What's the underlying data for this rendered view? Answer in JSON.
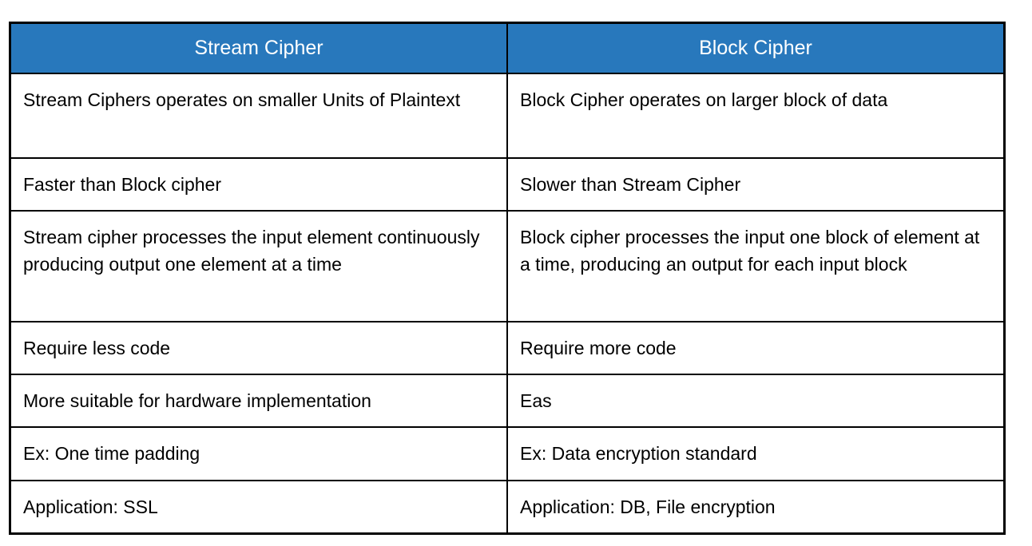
{
  "table": {
    "columns": [
      {
        "label": "Stream Cipher"
      },
      {
        "label": "Block Cipher"
      }
    ],
    "rows": [
      [
        "Stream Ciphers operates on smaller Units of Plaintext",
        "Block Cipher operates on larger block of data"
      ],
      [
        "Faster than Block cipher",
        "Slower than Stream Cipher"
      ],
      [
        "Stream cipher processes the input element continuously producing output one element at a time",
        "Block cipher processes the input one block of element at a time, producing an output for each input block"
      ],
      [
        "Require less code",
        "Require more code"
      ],
      [
        "More suitable for hardware implementation",
        "Eas"
      ],
      [
        "Ex: One time padding",
        "Ex: Data encryption standard"
      ],
      [
        "Application: SSL",
        "Application: DB, File encryption"
      ]
    ],
    "colors": {
      "header_bg": "#2878BC",
      "header_text": "#FFFFFF",
      "body_text": "#000000",
      "border": "#000000",
      "background": "#FFFFFF"
    }
  }
}
